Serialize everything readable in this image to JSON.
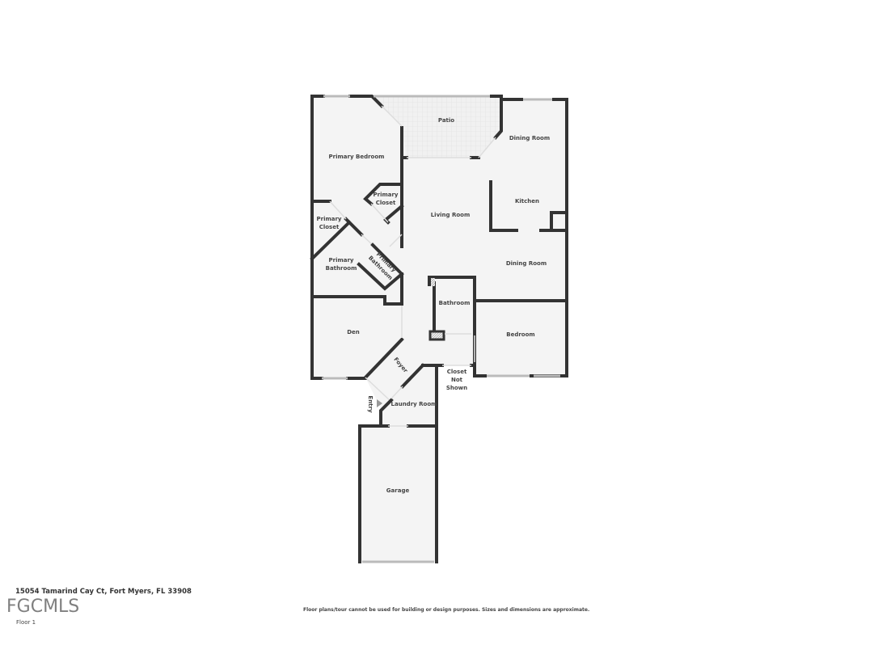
{
  "address": "15054 Tamarind Cay Ct, Fort Myers, FL 33908",
  "floor_label": "Floor 1",
  "watermark": "FGCMLS",
  "disclaimer": "Floor plans/tour cannot be used for building or design purposes. Sizes and dimensions are approximate.",
  "rooms": {
    "patio": "Patio",
    "dining_room_top": "Dining Room",
    "primary_bedroom": "Primary Bedroom",
    "primary_closet_1a": "Primary",
    "primary_closet_1b": "Closet",
    "primary_closet_2a": "Primary",
    "primary_closet_2b": "Closet",
    "kitchen": "Kitchen",
    "living_room": "Living Room",
    "primary_bathroom_1a": "Primary",
    "primary_bathroom_1b": "Bathroom",
    "primary_bathroom_2a": "Primary",
    "primary_bathroom_2b": "Bathroom",
    "dining_room": "Dining Room",
    "bathroom": "Bathroom",
    "den": "Den",
    "bedroom": "Bedroom",
    "foyer": "Foyer",
    "closet_a": "Closet",
    "closet_b": "Not",
    "closet_c": "Shown",
    "entry": "Entry",
    "laundry_room": "Laundry Room",
    "garage": "Garage"
  },
  "colors": {
    "wall": "#333333",
    "floor": "#f4f4f4",
    "window": "#bbbbbb"
  }
}
